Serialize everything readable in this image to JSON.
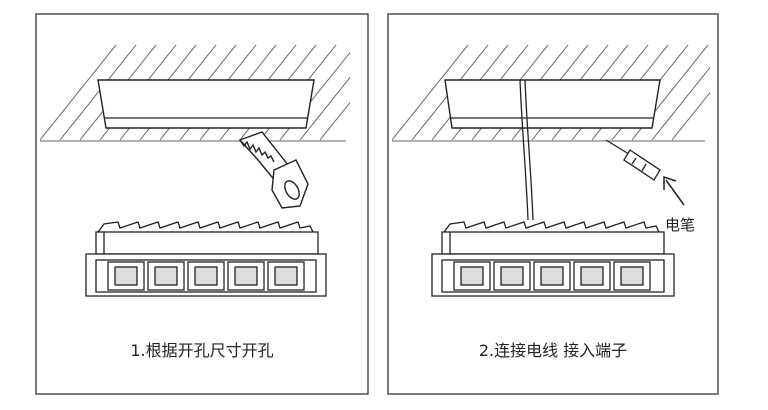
{
  "panels": [
    {
      "step_caption": "1.根据开孔尺寸开孔"
    },
    {
      "step_caption": "2.连接电线 接入端子",
      "callout_label": "电笔"
    }
  ],
  "icons": [
    "hand-saw-icon",
    "screwdriver-tester-icon",
    "arrow-icon"
  ],
  "colors": {
    "line": "#222222",
    "background": "#ffffff",
    "frame": "#444444"
  }
}
